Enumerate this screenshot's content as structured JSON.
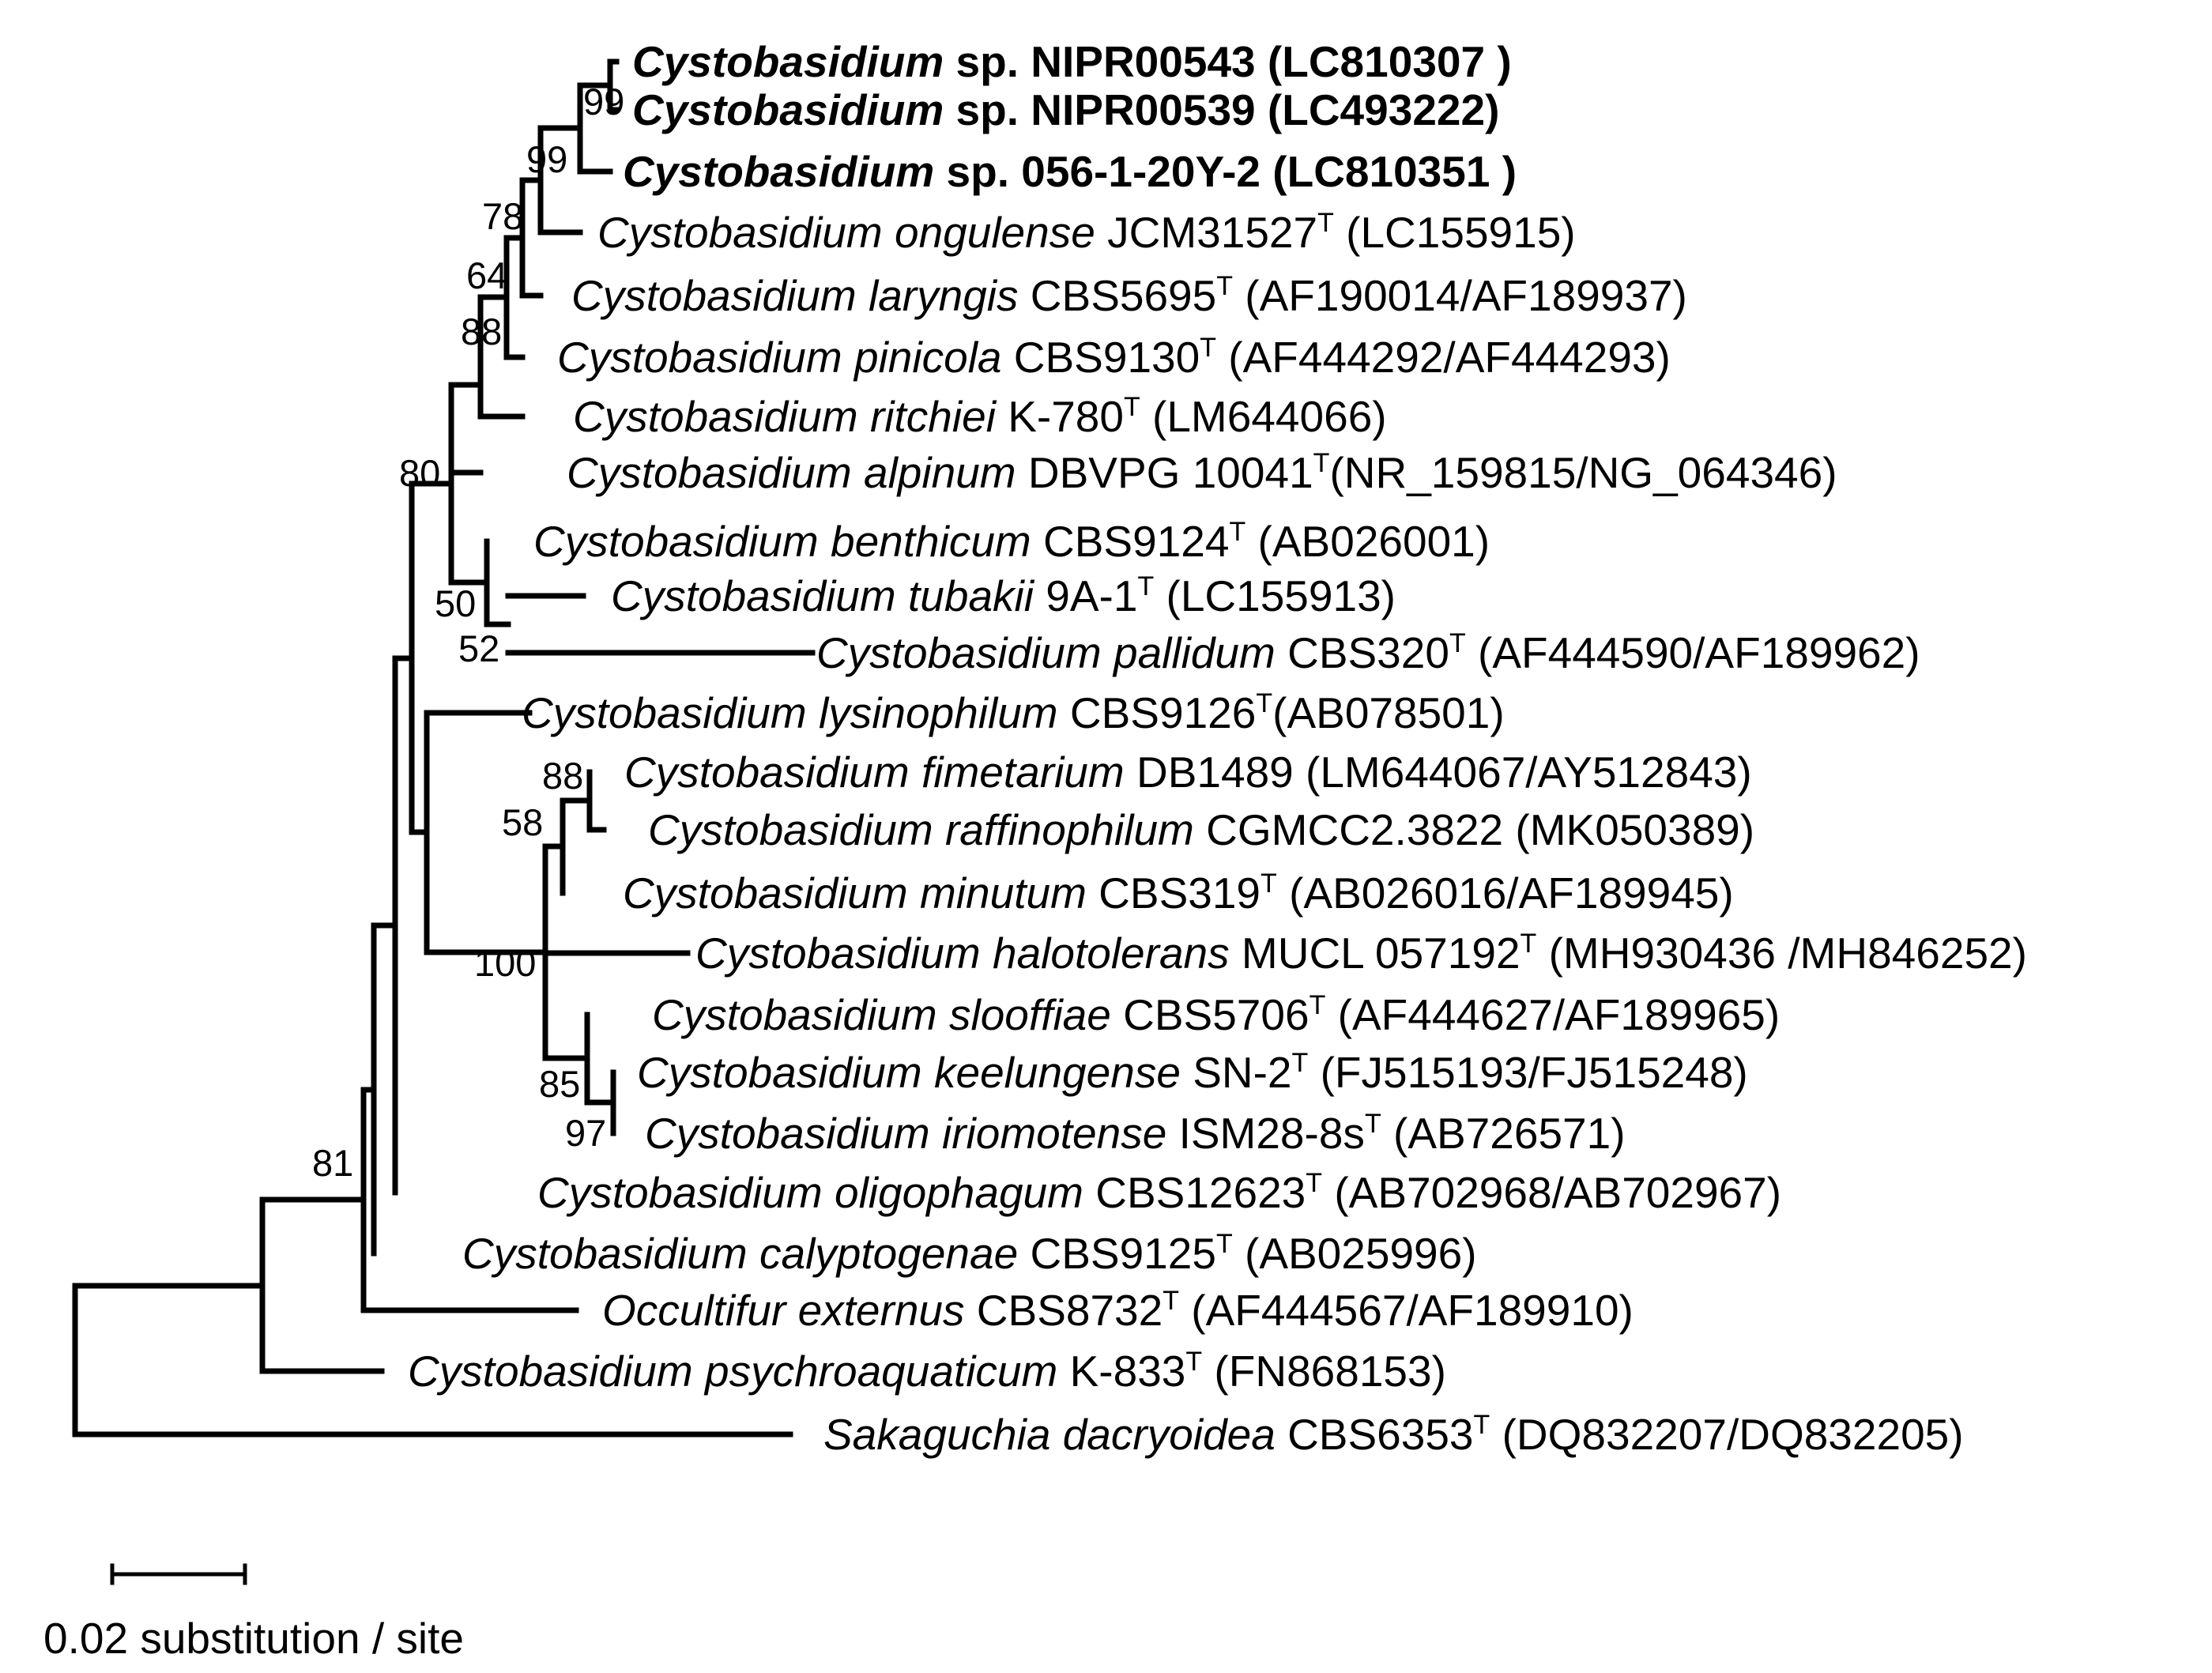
{
  "figure": {
    "scale_bar": {
      "length": 0.02,
      "label": "0.02 substitution / site"
    },
    "taxa": [
      {
        "id": "t1",
        "genus": "Cystobasidium",
        "epithet": "sp.",
        "strain": "NIPR00543",
        "type": "",
        "accession": "(LC810307 )",
        "bold": true,
        "italic_epithet": false,
        "gap": true
      },
      {
        "id": "t2",
        "genus": "Cystobasidium",
        "epithet": "sp.",
        "strain": "NIPR00539",
        "type": "",
        "accession": "(LC493222)",
        "bold": true,
        "italic_epithet": false,
        "gap": true
      },
      {
        "id": "t3",
        "genus": "Cystobasidium",
        "epithet": "sp.",
        "strain": "056-1-20Y-2",
        "type": "",
        "accession": "(LC810351 )",
        "bold": true,
        "italic_epithet": false,
        "gap": true
      },
      {
        "id": "t4",
        "genus": "Cystobasidium",
        "epithet": "ongulense",
        "strain": "JCM31527",
        "type": "T",
        "accession": "(LC155915)",
        "bold": false,
        "italic_epithet": true,
        "gap": true
      },
      {
        "id": "t5",
        "genus": "Cystobasidium",
        "epithet": "laryngis",
        "strain": "CBS5695",
        "type": "T",
        "accession": "(AF190014/AF189937)",
        "bold": false,
        "italic_epithet": true,
        "gap": true
      },
      {
        "id": "t6",
        "genus": "Cystobasidium",
        "epithet": "pinicola",
        "strain": "CBS9130",
        "type": "T",
        "accession": "(AF444292/AF444293)",
        "bold": false,
        "italic_epithet": true,
        "gap": true
      },
      {
        "id": "t7",
        "genus": "Cystobasidium",
        "epithet": "ritchiei",
        "strain": "K-780",
        "type": "T",
        "accession": "(LM644066)",
        "bold": false,
        "italic_epithet": true,
        "gap": true
      },
      {
        "id": "t8",
        "genus": "Cystobasidium",
        "epithet": "alpinum",
        "strain": "DBVPG 10041",
        "type": "T",
        "accession": "(NR_159815/NG_064346)",
        "bold": false,
        "italic_epithet": true,
        "gap": false
      },
      {
        "id": "t9",
        "genus": "Cystobasidium",
        "epithet": "benthicum",
        "strain": "CBS9124",
        "type": "T",
        "accession": "(AB026001)",
        "bold": false,
        "italic_epithet": true,
        "gap": true
      },
      {
        "id": "t10",
        "genus": "Cystobasidium",
        "epithet": "tubakii",
        "strain": "9A-1",
        "type": "T",
        "accession": "(LC155913)",
        "bold": false,
        "italic_epithet": true,
        "gap": true
      },
      {
        "id": "t11",
        "genus": "Cystobasidium",
        "epithet": "pallidum",
        "strain": "CBS320",
        "type": "T",
        "accession": "(AF444590/AF189962)",
        "bold": false,
        "italic_epithet": true,
        "gap": true
      },
      {
        "id": "t12",
        "genus": "Cystobasidium",
        "epithet": "lysinophilum",
        "strain": "CBS9126",
        "type": "T",
        "accession": "(AB078501)",
        "bold": false,
        "italic_epithet": true,
        "gap": false
      },
      {
        "id": "t13",
        "genus": "Cystobasidium",
        "epithet": "fimetarium",
        "strain": "DB1489",
        "type": "",
        "accession": "(LM644067/AY512843)",
        "bold": false,
        "italic_epithet": true,
        "gap": true
      },
      {
        "id": "t14",
        "genus": "Cystobasidium",
        "epithet": "raffinophilum",
        "strain": "CGMCC2.3822",
        "type": "",
        "accession": "(MK050389)",
        "bold": false,
        "italic_epithet": true,
        "gap": true
      },
      {
        "id": "t15",
        "genus": "Cystobasidium",
        "epithet": "minutum",
        "strain": "CBS319",
        "type": "T",
        "accession": "(AB026016/AF189945)",
        "bold": false,
        "italic_epithet": true,
        "gap": true
      },
      {
        "id": "t16",
        "genus": "Cystobasidium",
        "epithet": "halotolerans",
        "strain": "MUCL 057192",
        "type": "T",
        "accession": "(MH930436 /MH846252)",
        "bold": false,
        "italic_epithet": true,
        "gap": true
      },
      {
        "id": "t17",
        "genus": "Cystobasidium",
        "epithet": "slooffiae",
        "strain": "CBS5706",
        "type": "T",
        "accession": "(AF444627/AF189965)",
        "bold": false,
        "italic_epithet": true,
        "gap": true
      },
      {
        "id": "t18",
        "genus": "Cystobasidium",
        "epithet": "keelungense",
        "strain": "SN-2",
        "type": "T",
        "accession": "(FJ515193/FJ515248)",
        "bold": false,
        "italic_epithet": true,
        "gap": true
      },
      {
        "id": "t19",
        "genus": "Cystobasidium",
        "epithet": "iriomotense",
        "strain": "ISM28-8s",
        "type": "T",
        "accession": "(AB726571)",
        "bold": false,
        "italic_epithet": true,
        "gap": true
      },
      {
        "id": "t20",
        "genus": "Cystobasidium",
        "epithet": "oligophagum",
        "strain": "CBS12623",
        "type": "T",
        "accession": "(AB702968/AB702967)",
        "bold": false,
        "italic_epithet": true,
        "gap": true
      },
      {
        "id": "t21",
        "genus": "Cystobasidium",
        "epithet": "calyptogenae",
        "strain": "CBS9125",
        "type": "T",
        "accession": "(AB025996)",
        "bold": false,
        "italic_epithet": true,
        "gap": true
      },
      {
        "id": "t22",
        "genus": "Occultifur",
        "epithet": "externus",
        "strain": "CBS8732",
        "type": "T",
        "accession": "(AF444567/AF189910)",
        "bold": false,
        "italic_epithet": true,
        "gap": true
      },
      {
        "id": "t23",
        "genus": "Cystobasidium",
        "epithet": "psychroaquaticum",
        "strain": "K-833",
        "type": "T",
        "accession": "(FN868153)",
        "bold": false,
        "italic_epithet": true,
        "gap": true
      },
      {
        "id": "t24",
        "genus": "Sakaguchia",
        "epithet": "dacryoidea",
        "strain": "CBS6353",
        "type": "T",
        "accession": "(DQ832207/DQ832205)",
        "bold": false,
        "italic_epithet": true,
        "gap": true
      }
    ],
    "support_values": [
      "99",
      "99",
      "78",
      "64",
      "88",
      "80",
      "50",
      "52",
      "88",
      "58",
      "100",
      "85",
      "97",
      "81"
    ]
  }
}
